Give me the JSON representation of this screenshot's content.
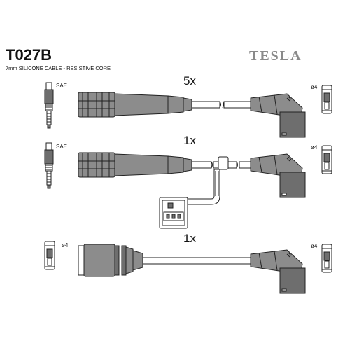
{
  "header": {
    "part_code": "T027B",
    "description": "7mm SILICONE CABLE - RESISTIVE CORE",
    "brand": "TESLA"
  },
  "rows": [
    {
      "quantity": "5x",
      "left_label": "SAE",
      "right_label": "ø4"
    },
    {
      "quantity": "1x",
      "left_label": "SAE",
      "right_label": "ø4"
    },
    {
      "quantity": "1x",
      "left_label": "ø4",
      "right_label": "ø4"
    }
  ],
  "colors": {
    "boot": "#8c8c8c",
    "boot_dark": "#6e6e6e",
    "line": "#222222",
    "brand": "#8a8a8a"
  }
}
